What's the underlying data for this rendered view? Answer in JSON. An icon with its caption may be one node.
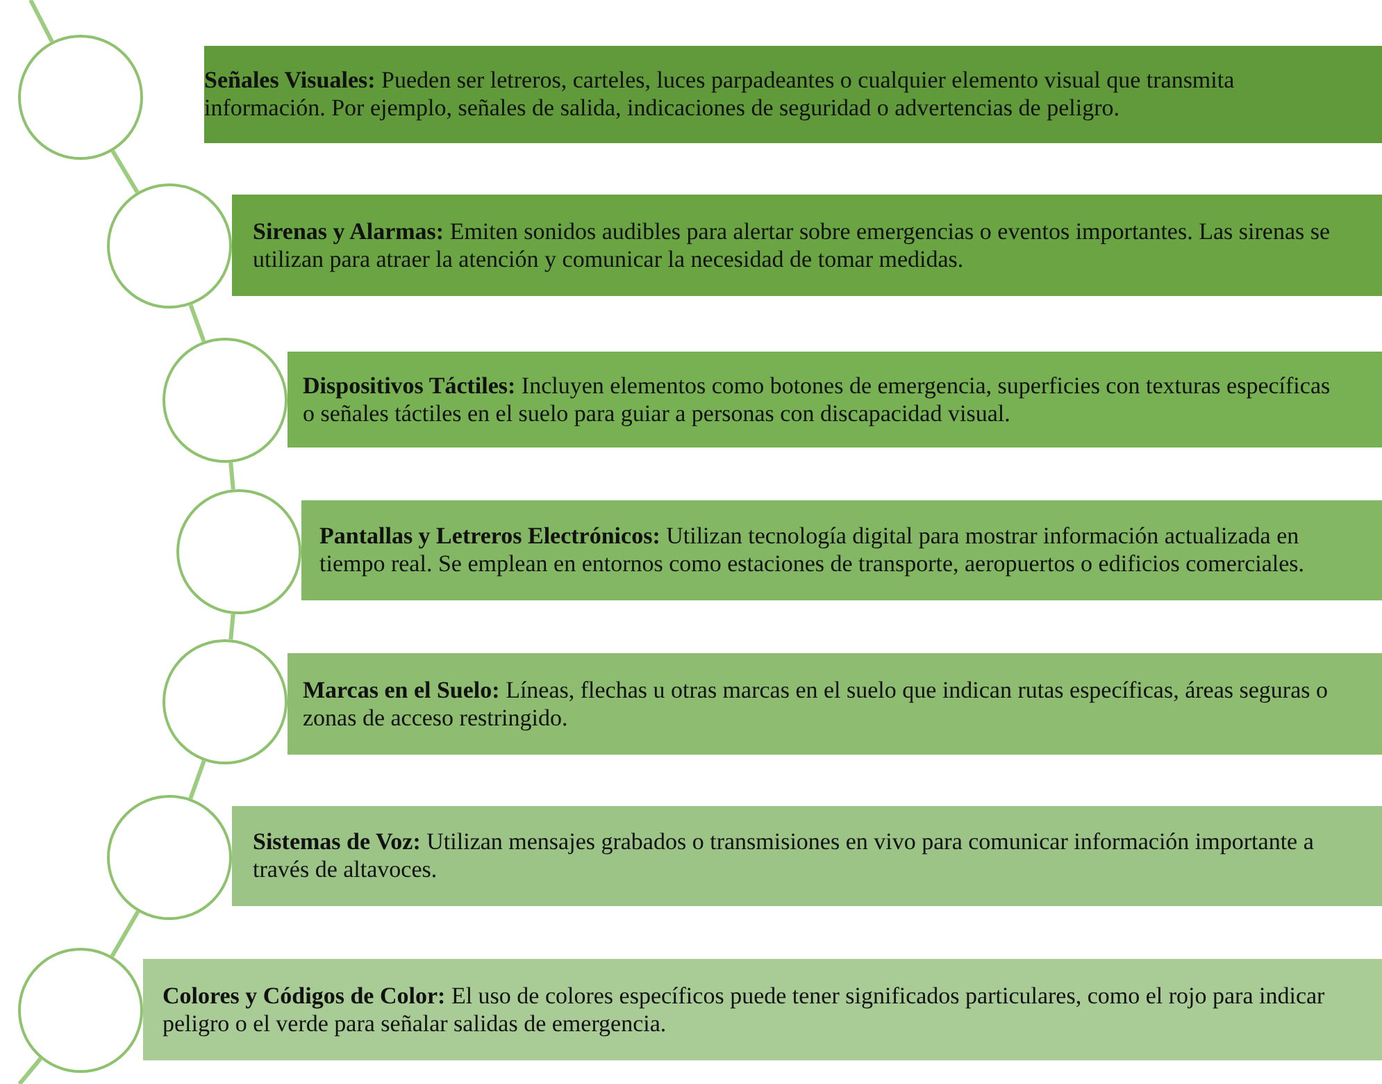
{
  "diagram": {
    "nodes": [
      {
        "text": [],
        "shape": "circle"
      },
      {
        "text": [
          "**Señales Visuales:** Pueden ser letreros, carteles, luces parpadeantes o cualquier elemento visual que transmita información. Por ejemplo, señales de salida, indicaciones de seguridad o advertencias de peligro."
        ]
      },
      {
        "text": [],
        "shape": "circle"
      },
      {
        "text": [
          "**Sirenas y Alarmas:** Emiten sonidos audibles para alertar sobre emergencias o eventos importantes. Las sirenas se utilizan para atraer la atención y comunicar la necesidad de tomar medidas."
        ]
      },
      {
        "text": [],
        "shape": "circle"
      },
      {
        "text": [
          "**Dispositivos Táctiles:** Incluyen elementos como botones de emergencia, superficies con texturas específicas o señales táctiles en el suelo para guiar a personas con discapacidad visual."
        ]
      },
      {
        "text": [],
        "shape": "circle"
      },
      {
        "text": [
          "**Pantallas y Letreros Electrónicos:** Utilizan tecnología digital para mostrar información actualizada en tiempo real. Se emplean en entornos como estaciones de transporte, aeropuertos o edificios comerciales."
        ]
      },
      {
        "text": [],
        "shape": "circle"
      },
      {
        "text": [
          "**Marcas en el Suelo:** Líneas, flechas u otras marcas en el suelo que indican rutas específicas, áreas seguras o zonas de acceso restringido."
        ]
      },
      {
        "text": [],
        "shape": "circle"
      },
      {
        "text": [
          "**Sistemas de Voz:** Utilizan mensajes grabados o transmisiones en vivo para comunicar información importante a través de altavoces."
        ]
      },
      {
        "text": [],
        "shape": "circle"
      },
      {
        "text": [
          "**Colores y Códigos de Color:** El uso de colores específicos puede tener significados particulares, como el rojo para indicar peligro o el verde para señalar salidas de emergencia."
        ]
      }
    ],
    "edges": [
      {
        "from": null,
        "to": 0,
        "arrow": "none"
      },
      {
        "from": 0,
        "to": 2,
        "arrow": "none"
      },
      {
        "from": 2,
        "to": 4,
        "arrow": "none"
      },
      {
        "from": 4,
        "to": 6,
        "arrow": "none"
      },
      {
        "from": 6,
        "to": 8,
        "arrow": "none"
      },
      {
        "from": 8,
        "to": 10,
        "arrow": "none"
      },
      {
        "from": 10,
        "to": 12,
        "arrow": "none"
      },
      {
        "from": 12,
        "to": null,
        "arrow": "none"
      }
    ]
  }
}
